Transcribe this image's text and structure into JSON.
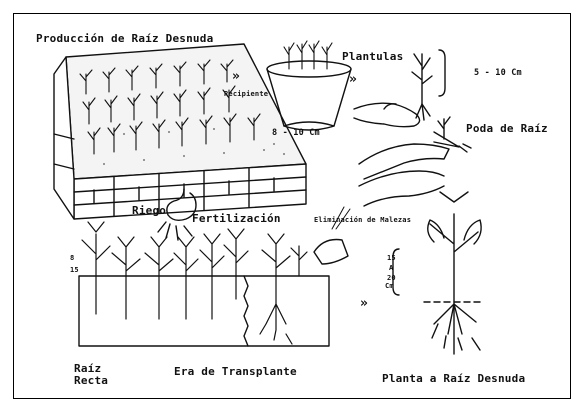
{
  "labels": {
    "bare_root_production": "Producción de Raíz Desnuda",
    "seedlings": "Plantulas",
    "container": "Recipiente",
    "container_size": "8 - 10 Cm",
    "seedling_height": "5 - 10 Cm",
    "root_pruning": "Poda de Raíz",
    "irrigation": "Riego",
    "fertilization": "Fertilización",
    "weed_removal": "Eliminación de Malezas",
    "straight_root_line1": "Raíz",
    "straight_root_line2": "Recta",
    "transplant_bed": "Era de Transplante",
    "bare_root_plant": "Planta a Raíz Desnuda",
    "final_height_top": "15",
    "final_height_mid": "A",
    "final_height_bottom": "20",
    "final_height_unit": "Cm",
    "bed_height_a": "8",
    "bed_height_b": "15"
  },
  "arrows": {
    "step": "»"
  }
}
